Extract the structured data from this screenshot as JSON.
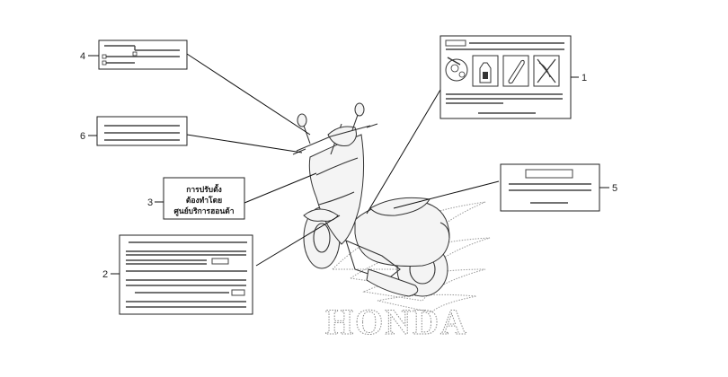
{
  "callouts": {
    "c1": "1",
    "c2": "2",
    "c3": "3",
    "c4": "4",
    "c5": "5",
    "c6": "6"
  },
  "label3": {
    "line1": "การปรับตั้ง",
    "line2": "ต้องทำโดย",
    "line3": "ศูนย์บริการฮอนด้า"
  },
  "watermark": {
    "text": "HONDA"
  },
  "icons": {
    "helmet": "helmet-rider-icon",
    "bottle": "oil-bottle-icon",
    "tool": "tool-icon",
    "prohibited": "prohibited-icon"
  },
  "colors": {
    "line": "#222222",
    "watermark": "#888888"
  }
}
